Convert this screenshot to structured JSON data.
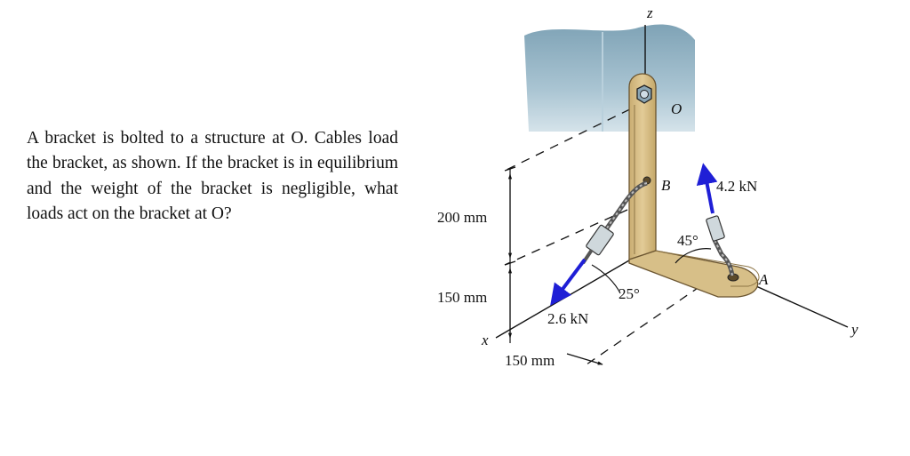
{
  "problem": {
    "text": "A bracket is bolted to a structure at O. Cables load the bracket, as shown. If the bracket is in equilibrium and the weight of the bracket is negligible, what loads act on the bracket at O?"
  },
  "figure": {
    "axes": {
      "x": "x",
      "y": "y",
      "z": "z"
    },
    "points": {
      "O": "O",
      "B": "B",
      "A": "A"
    },
    "forces": {
      "f1": "4.2 kN",
      "f2": "2.6 kN"
    },
    "angles": {
      "a1": "45°",
      "a2": "25°"
    },
    "dims": {
      "d200": "200 mm",
      "d150v": "150 mm",
      "d150h": "150 mm"
    },
    "colors": {
      "force_arrow": "#1f1fd6",
      "bracket": "#d9c08a",
      "structure": "#9fbccb"
    }
  }
}
